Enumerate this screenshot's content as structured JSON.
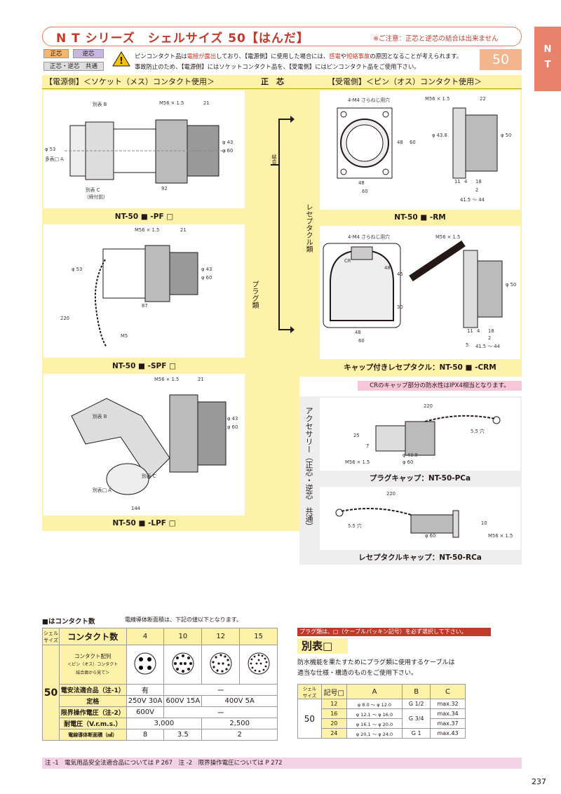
{
  "header": {
    "title": "N T シリーズ　シェルサイズ 50【はんだ】",
    "note": "※ご注意：正芯と逆芯の結合は出来ません",
    "tab_n": "N",
    "tab_t": "T",
    "size": "50",
    "tags": [
      "正芯",
      "逆芯",
      "正芯・逆芯　共通"
    ],
    "warning_line1_a": "ピンコンタクト品は",
    "warning_line1_b": "電極が露出",
    "warning_line1_c": "しており、【電源側】に使用した場合には、",
    "warning_line1_d": "感電",
    "warning_line1_e": "や",
    "warning_line1_f": "短絡事故",
    "warning_line1_g": "の原因となることが考えられます。",
    "warning_line2": "事故防止のため、【電源側】にはソケットコンタクト品を、【受電側】にはピンコンタクト品をご使用下さい。"
  },
  "bands": {
    "left_head": "【電源側】＜ソケット（メス）コンタクト使用＞",
    "center_head": "正　芯",
    "right_head": "【受電側】＜ピン（オス）コンタクト使用＞",
    "plug_label": "プラグ類",
    "receptacle_label": "レセプタクル類",
    "mating_label": "結合",
    "accessory_label": "アクセサリー（正芯・逆芯　共通）"
  },
  "captions": {
    "pf": "NT-50 ■ -PF □",
    "spf": "NT-50 ■ -SPF □",
    "lpf": "NT-50 ■ -LPF □",
    "rm": "NT-50 ■ -RM",
    "crm": "キャップ付きレセプタクル：NT-50 ■ -CRM",
    "crm_note": "CRのキャップ部分の防水性はIPX4相当となります。",
    "pca": "プラグキャップ：NT-50-PCa",
    "rca": "レセプタクルキャップ：NT-50-RCa"
  },
  "dims": {
    "pf": {
      "cable_b": "別表 B",
      "thread": "M56 × 1.5",
      "d21": "21",
      "d53": "φ 53",
      "sq": "多表□ A",
      "d43": "φ 43",
      "d60": "φ 60",
      "cable_c": "別表 C",
      "cable_c2": "（締付前）",
      "d92": "92"
    },
    "spf": {
      "thread": "M56 × 1.5",
      "d21": "21",
      "d53": "φ 53",
      "d43": "φ 43",
      "d60": "φ 60",
      "d87": "87",
      "d220": "220",
      "m5": "M5"
    },
    "lpf": {
      "thread": "M56 × 1.5",
      "d21": "21",
      "cable_b": "別表 B",
      "d43": "φ 43",
      "d60": "φ 60",
      "cable_c": "別表 C",
      "sq": "別表□ A",
      "d144": "144"
    },
    "rm": {
      "hole": "4-M4 さらねじ用穴",
      "thread": "M56 × 1.5",
      "d22": "22",
      "d48a": "48",
      "d60a": "60",
      "d438": "φ 43.8",
      "d50": "φ 50",
      "d48b": "48",
      "d60b": "60",
      "d11": "11",
      "d4": "4",
      "d18": "18",
      "d2": "2",
      "d415": "41.5 ～ 44"
    },
    "crm": {
      "hole": "4-M4 さらねじ用穴",
      "thread": "M56 × 1.5",
      "d48a": "48",
      "d45": "45",
      "d30": "30",
      "d48b": "48",
      "d60": "60",
      "cr": "CR",
      "d50": "φ 50",
      "d11": "11",
      "d4": "4",
      "d18": "18",
      "d2": "2",
      "d5": "5",
      "d415": "41.5 ～ 44"
    },
    "pca": {
      "d220": "220",
      "d55": "5.5 穴",
      "d25": "25",
      "d7": "7",
      "thread": "M56 × 1.5",
      "d438": "φ 43.8",
      "d60": "φ 60"
    },
    "rca": {
      "d220": "220",
      "d55": "5.5 穴",
      "d10": "10",
      "d60": "φ 60",
      "thread": "M56 × 1.5"
    }
  },
  "contacts": {
    "section_title": "■はコンタクト数",
    "section_note": "電線導体断面積は、下記の値以下となります。",
    "head_shell": "シェル\nサイズ",
    "head_count": "コンタクト数",
    "counts": [
      "4",
      "10",
      "12",
      "15"
    ],
    "row_layout": "コンタクト配列",
    "row_layout_sub1": "＜ピン（オス）コンタクト",
    "row_layout_sub2": "結合面から見て＞",
    "shell_size": "50",
    "row_safety": "電安法適合品（注-1）",
    "safety_vals": [
      "有",
      "ー"
    ],
    "row_rating": "定格",
    "rating_vals": [
      "250V 30A",
      "600V 15A",
      "400V 5A"
    ],
    "row_limit": "限界操作電圧（注-2）",
    "limit_vals": [
      "600V",
      "ー"
    ],
    "row_withstand": "耐電圧（V.r.m.s.）",
    "withstand_vals": [
      "3,000",
      "2,500"
    ],
    "row_wire": "電線導体断面積（㎟）",
    "wire_vals": [
      "8",
      "3.5",
      "2"
    ]
  },
  "cable_table": {
    "red_note": "プラグ類は、□（ケーブルパッキン記号）を必ず選択して下さい。",
    "title": "別表□",
    "desc1": "防水機能を果たすためにプラグ類に使用するケーブルは",
    "desc2": "適当な仕様・構造のものをご使用下さい。",
    "head_shell": "シェル\nサイズ",
    "head_code": "記号□",
    "head_a": "A",
    "head_b": "B",
    "head_c": "C",
    "shell": "50",
    "rows": [
      {
        "code": "12",
        "a": "φ 8.0 ～ φ 12.0",
        "c": "max.32"
      },
      {
        "code": "16",
        "a": "φ 12.1 ～ φ 16.0",
        "c": "max.34"
      },
      {
        "code": "20",
        "a": "φ 16.1 ～ φ 20.0",
        "c": "max.37"
      },
      {
        "code": "24",
        "a": "φ 20.1 ～ φ 24.0",
        "c": "max.43"
      }
    ],
    "b_vals": [
      "G 1/2",
      "G 3/4",
      "G 1"
    ]
  },
  "footer": {
    "note": "注 -1　電気用品安全法適合品については P 267　注 -2　限界操作電圧については P 272",
    "page": "237"
  },
  "colors": {
    "accent": "#c0392b",
    "yellow": "#fdf2a8",
    "tab": "#e8826a"
  }
}
